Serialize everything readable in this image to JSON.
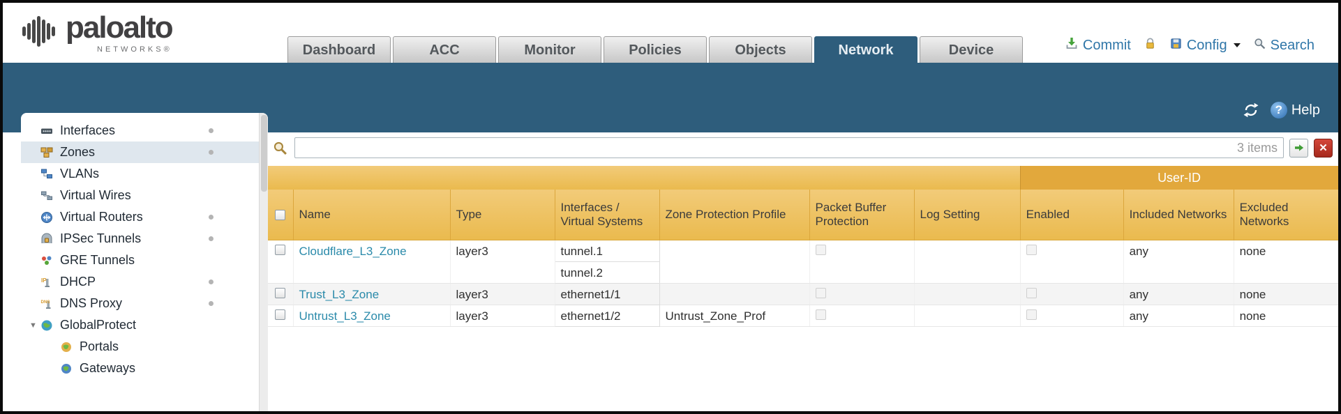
{
  "brand": {
    "name": "paloalto",
    "sub": "NETWORKS®"
  },
  "tabs": [
    {
      "label": "Dashboard",
      "active": false
    },
    {
      "label": "ACC",
      "active": false
    },
    {
      "label": "Monitor",
      "active": false
    },
    {
      "label": "Policies",
      "active": false
    },
    {
      "label": "Objects",
      "active": false
    },
    {
      "label": "Network",
      "active": true
    },
    {
      "label": "Device",
      "active": false
    }
  ],
  "header_tools": {
    "commit_label": "Commit",
    "config_label": "Config",
    "search_label": "Search"
  },
  "band": {
    "help_label": "Help"
  },
  "sidebar": {
    "items": [
      {
        "label": "Interfaces",
        "icon": "interfaces-icon",
        "has_dot": true
      },
      {
        "label": "Zones",
        "icon": "zones-icon",
        "selected": true,
        "has_dot": true
      },
      {
        "label": "VLANs",
        "icon": "vlans-icon"
      },
      {
        "label": "Virtual Wires",
        "icon": "virtual-wires-icon"
      },
      {
        "label": "Virtual Routers",
        "icon": "virtual-routers-icon",
        "has_dot": true
      },
      {
        "label": "IPSec Tunnels",
        "icon": "ipsec-tunnels-icon",
        "has_dot": true
      },
      {
        "label": "GRE Tunnels",
        "icon": "gre-tunnels-icon"
      },
      {
        "label": "DHCP",
        "icon": "dhcp-icon",
        "has_dot": true
      },
      {
        "label": "DNS Proxy",
        "icon": "dns-proxy-icon",
        "has_dot": true
      },
      {
        "label": "GlobalProtect",
        "icon": "globalprotect-icon",
        "expandable": true,
        "expanded": true
      },
      {
        "label": "Portals",
        "icon": "portals-icon",
        "child": true
      },
      {
        "label": "Gateways",
        "icon": "gateways-icon",
        "child": true
      }
    ]
  },
  "filter": {
    "value": "",
    "placeholder": "",
    "items_count": "3 items"
  },
  "table": {
    "group_header": "User-ID",
    "columns": {
      "name": "Name",
      "type": "Type",
      "interfaces": "Interfaces / Virtual Systems",
      "zone_protection_profile": "Zone Protection Profile",
      "packet_buffer_protection": "Packet Buffer Protection",
      "log_setting": "Log Setting",
      "enabled": "Enabled",
      "included_networks": "Included Networks",
      "excluded_networks": "Excluded Networks"
    },
    "rows": [
      {
        "name": "Cloudflare_L3_Zone",
        "type": "layer3",
        "interfaces": [
          "tunnel.1",
          "tunnel.2"
        ],
        "zone_protection_profile": "",
        "packet_buffer_protection": false,
        "log_setting": "",
        "user_id_enabled": false,
        "included_networks": "any",
        "excluded_networks": "none"
      },
      {
        "name": "Trust_L3_Zone",
        "type": "layer3",
        "interfaces": [
          "ethernet1/1"
        ],
        "zone_protection_profile": "",
        "packet_buffer_protection": false,
        "log_setting": "",
        "user_id_enabled": false,
        "included_networks": "any",
        "excluded_networks": "none"
      },
      {
        "name": "Untrust_L3_Zone",
        "type": "layer3",
        "interfaces": [
          "ethernet1/2"
        ],
        "zone_protection_profile": "Untrust_Zone_Prof",
        "packet_buffer_protection": false,
        "log_setting": "",
        "user_id_enabled": false,
        "included_networks": "any",
        "excluded_networks": "none"
      }
    ]
  },
  "colors": {
    "accent_teal": "#2e5d7c",
    "header_amber": "#eeba4e",
    "group_amber": "#e2a83c",
    "link": "#2a8aaa"
  }
}
